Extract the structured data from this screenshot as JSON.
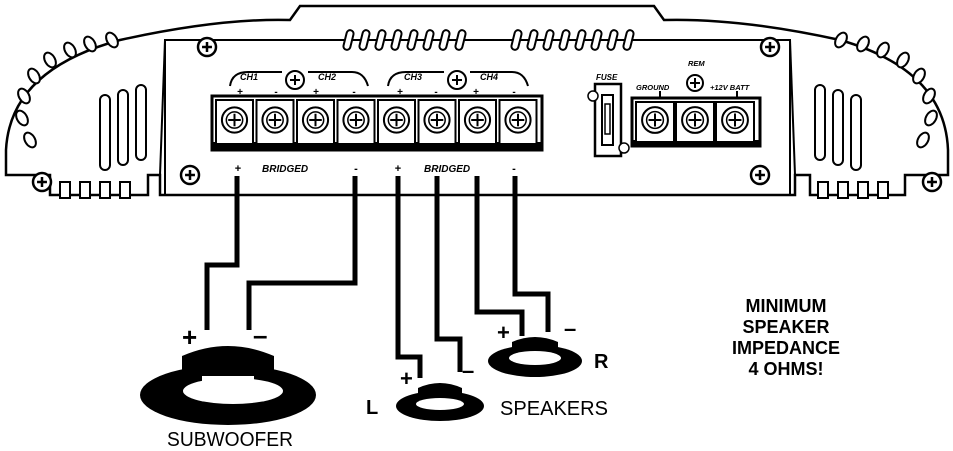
{
  "amplifier": {
    "channel_labels": [
      "CH1",
      "CH2",
      "CH3",
      "CH4"
    ],
    "bridged_label": "BRIDGED",
    "fuse_label": "FUSE",
    "power_labels": {
      "ground": "GROUND",
      "rem": "REM",
      "batt": "+12V BATT"
    },
    "plus": "+",
    "minus": "-"
  },
  "speakers": {
    "subwoofer_label": "SUBWOOFER",
    "speakers_label": "SPEAKERS",
    "left_label": "L",
    "right_label": "R",
    "plus": "+",
    "minus": "–"
  },
  "warning": {
    "lines": [
      "MINIMUM",
      "SPEAKER",
      "IMPEDANCE",
      "4 OHMS!"
    ]
  }
}
